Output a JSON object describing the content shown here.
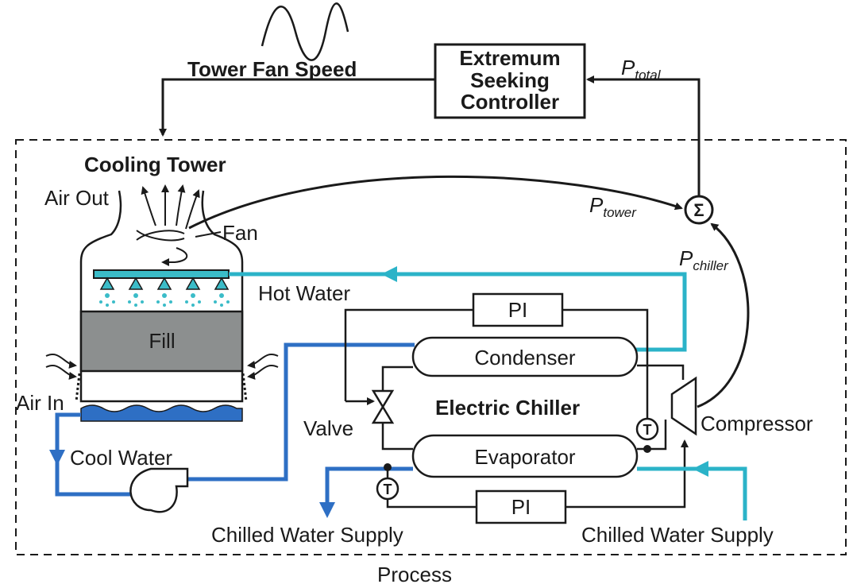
{
  "labels": {
    "tower_fan_speed": "Tower Fan Speed",
    "esc_line1": "Extremum",
    "esc_line2": "Seeking",
    "esc_line3": "Controller",
    "p_total_base": "P",
    "p_total_sub": "total",
    "p_tower_base": "P",
    "p_tower_sub": "tower",
    "p_chiller_base": "P",
    "p_chiller_sub": "chiller",
    "sigma": "Σ",
    "cooling_tower": "Cooling Tower",
    "air_out": "Air Out",
    "fan": "Fan",
    "hot_water": "Hot Water",
    "fill": "Fill",
    "air_in": "Air In",
    "cool_water": "Cool Water",
    "pi_top": "PI",
    "pi_bottom": "PI",
    "condenser": "Condenser",
    "evaporator": "Evaporator",
    "electric_chiller": "Electric Chiller",
    "valve": "Valve",
    "compressor": "Compressor",
    "t_sensor_right": "T",
    "t_sensor_left": "T",
    "chilled_water_supply_left": "Chilled Water Supply",
    "chilled_water_supply_right": "Chilled Water Supply",
    "process": "Process"
  },
  "colors": {
    "line": "#1a1a1a",
    "hot_water": "#2bb3c8",
    "cool_water": "#2e6fc4",
    "fill": "#8c8f8f",
    "spray_bar": "#3bbcc8"
  }
}
